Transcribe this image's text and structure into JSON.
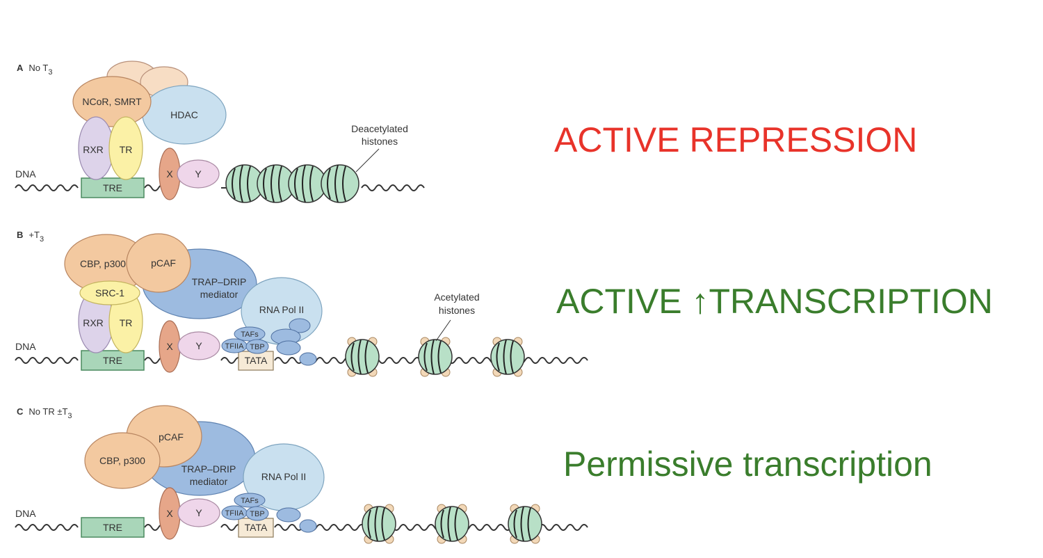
{
  "panels": [
    {
      "id": "A",
      "condition": "No T",
      "labels": {
        "dna": "DNA",
        "tre": "TRE",
        "rxr": "RXR",
        "tr": "TR",
        "corepressor": "NCoR, SMRT",
        "hdac": "HDAC",
        "x": "X",
        "y": "Y",
        "histones_line1": "Deacetylated",
        "histones_line2": "histones"
      },
      "side_text": "ACTIVE REPRESSION"
    },
    {
      "id": "B",
      "condition": "+T",
      "labels": {
        "dna": "DNA",
        "tre": "TRE",
        "rxr": "RXR",
        "tr": "TR",
        "src": "SRC-1",
        "cbp": "CBP, p300",
        "pcaf": "pCAF",
        "mediator_line1": "TRAP–DRIP",
        "mediator_line2": "mediator",
        "rnapol": "RNA Pol II",
        "tafs": "TAFs",
        "tfiia": "TFIIA",
        "tbp": "TBP",
        "tata": "TATA",
        "x": "X",
        "y": "Y",
        "histones_line1": "Acetylated",
        "histones_line2": "histones"
      },
      "side_text": "ACTIVE ↑TRANSCRIPTION"
    },
    {
      "id": "C",
      "condition": "No TR ±T",
      "labels": {
        "dna": "DNA",
        "tre": "TRE",
        "cbp": "CBP, p300",
        "pcaf": "pCAF",
        "mediator_line1": "TRAP–DRIP",
        "mediator_line2": "mediator",
        "rnapol": "RNA Pol II",
        "tafs": "TAFs",
        "tfiia": "TFIIA",
        "tbp": "TBP",
        "tata": "TATA",
        "x": "X",
        "y": "Y"
      },
      "side_text": "Permissive transcription"
    }
  ],
  "t3_subscript": "3",
  "colors": {
    "repression": "#e8332a",
    "transcription": "#3a7d2c",
    "orange_protein": "#f3c9a0",
    "purple_protein": "#ddd3ea",
    "yellow_protein": "#fbf1a6",
    "blue_protein": "#c9e0ef",
    "mediator_blue": "#9dbbe0",
    "red_protein": "#e6a689",
    "pink_protein": "#efd6ea",
    "tre_green": "#a9d6b9",
    "nucleosome_green": "#b8e0c7",
    "acetyl_tan": "#f2d8b8"
  }
}
